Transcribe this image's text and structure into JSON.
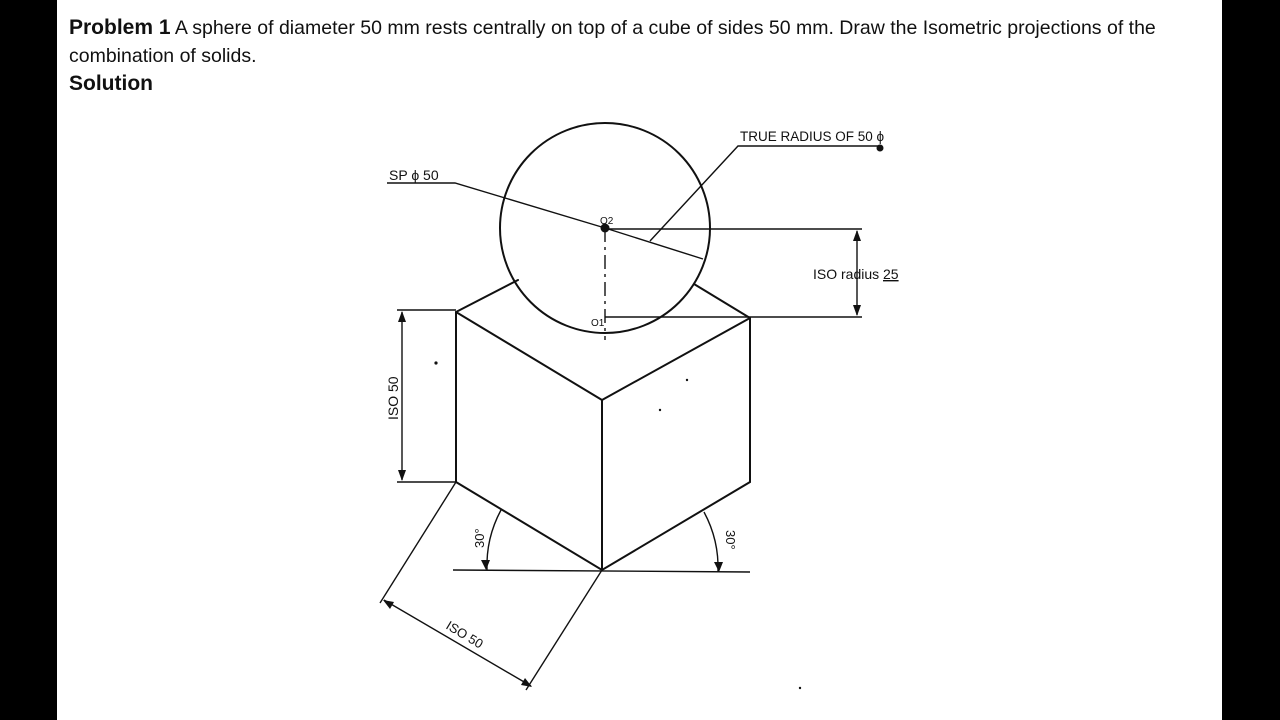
{
  "problem": {
    "label": "Problem 1",
    "text": "A sphere of diameter 50 mm rests centrally on top of a cube of sides 50 mm. Draw the Isometric projections of the combination of solids."
  },
  "solution_heading": "Solution",
  "drawing": {
    "labels": {
      "sphere_dia": "SP ϕ 50",
      "true_radius": "TRUE RADIUS OF 50 ϕ",
      "iso_radius": "ISO radius",
      "iso_radius_value": "25",
      "center_upper": "O2",
      "center_lower": "O1",
      "iso_height": "ISO 50",
      "iso_base": "ISO 50",
      "angle_left": "30°",
      "angle_right": "30°"
    }
  }
}
